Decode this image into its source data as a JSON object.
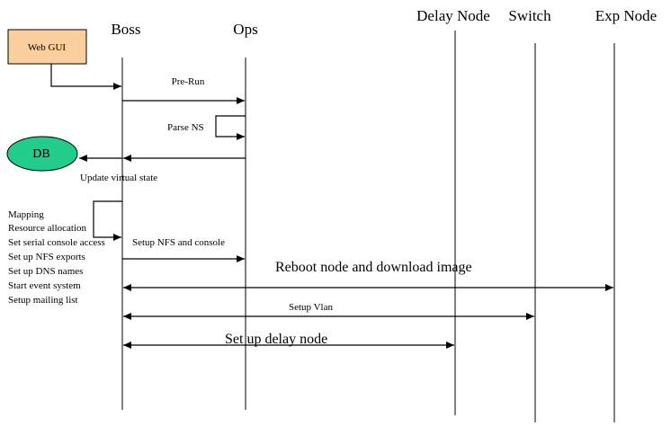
{
  "participants": {
    "boss": "Boss",
    "ops": "Ops",
    "delay_node": "Delay Node",
    "switch": "Switch",
    "exp_node": "Exp Node"
  },
  "web_gui": {
    "label": "Web GUI",
    "fill": "#fbcf9d"
  },
  "db": {
    "label": "DB",
    "fill": "#22cc8a"
  },
  "messages": {
    "pre_run": "Pre-Run",
    "parse_ns": "Parse NS",
    "update_virtual_state": "Update virtual state",
    "setup_nfs_console": "Setup NFS and console",
    "reboot_download": "Reboot node and download image",
    "setup_vlan": "Setup Vlan",
    "setup_delay_node": "Set up delay node"
  },
  "boss_steps": [
    "Mapping",
    "Resource allocation",
    "Set serial console access",
    "Set up NFS exports",
    "Set up DNS names",
    "Start event system",
    "Setup mailing list"
  ]
}
